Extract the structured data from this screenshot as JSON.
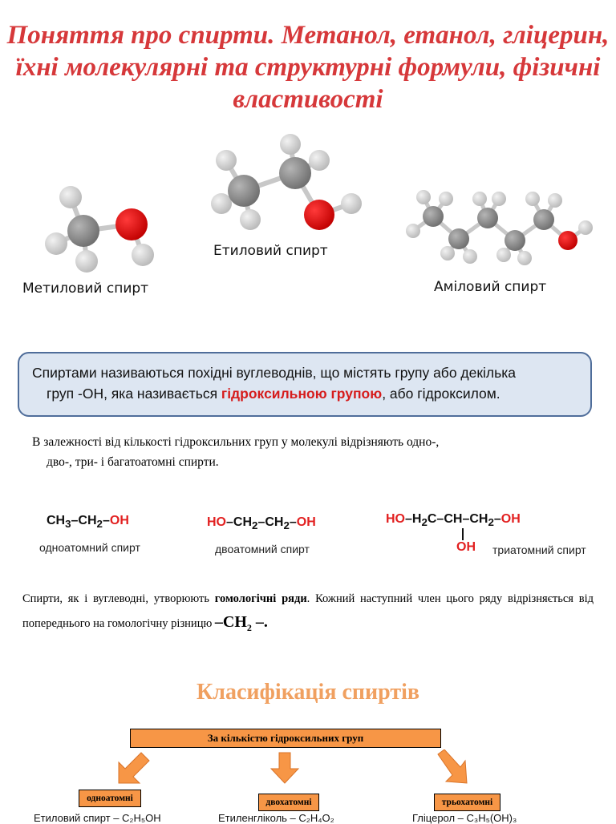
{
  "title": "Поняття про спирти. Метанол, етанол, гліцерин, їхні молекулярні та структурні формули, фізичні властивості",
  "molecules": {
    "methyl_label": "Метиловий спирт",
    "ethyl_label": "Етиловий спирт",
    "amyl_label": "Аміловий спирт"
  },
  "definition": {
    "part1": "Спиртами називаються похідні вуглеводнів, що містять групу або декілька",
    "part2": "груп -ОН, яка називається ",
    "highlight": "гідроксильною групою",
    "part3": ", або гідроксилом."
  },
  "paragraph1": {
    "line1": "В залежності від кількості гідроксильних груп у молекулі відрізняють одно-,",
    "line2": "дво-, три- і багатоатомні спирти."
  },
  "formulas": {
    "mono": {
      "formula_prefix": "CH",
      "sub3": "3",
      "mid": "–CH",
      "sub2": "2",
      "dash": "–",
      "oh": "OH",
      "caption": "одноатомний спирт"
    },
    "di": {
      "oh1": "HO",
      "mid": "–CH",
      "sub2a": "2",
      "mid2": "–CH",
      "sub2b": "2",
      "dash": "–",
      "oh2": "OH",
      "caption": "двоатомний спирт"
    },
    "tri": {
      "oh1": "HO",
      "part1": "–H",
      "sub2a": "2",
      "part2": "C–CH–CH",
      "sub2b": "2",
      "dash": "–",
      "oh2": "OH",
      "oh3": "OH",
      "caption": "триатомний спирт"
    }
  },
  "paragraph2": {
    "before": "Спирти, як і вуглеводні, утворюють ",
    "bold": "гомологічні ряди",
    "after": ". Кожний наступний член цього ряду відрізняється від попереднього на гомологічну різницю ",
    "ch2": "–СН",
    "ch2_sub": "2",
    "ch2_end": " –."
  },
  "classification": {
    "title": "Класифікація спиртів",
    "box_label": "За кількістю гідроксильних груп",
    "mono_label": "одноатомні",
    "di_label": "двохатомні",
    "tri_label": "трьохатомні",
    "mono_example": "Етиловий спирт – C₂H₅OH",
    "di_example": "Етиленгліколь – C₂H₄O₂",
    "tri_example": "Гліцерол – C₃H₅(OH)₃"
  },
  "colors": {
    "title": "#d6383a",
    "oxygen": "#e00000",
    "carbon": "#808080",
    "hydrogen": "#cfcfcf",
    "box_fill": "#dde6f2",
    "box_border": "#4f6d9a",
    "orange": "#f79646",
    "class_title": "#f0a060"
  }
}
